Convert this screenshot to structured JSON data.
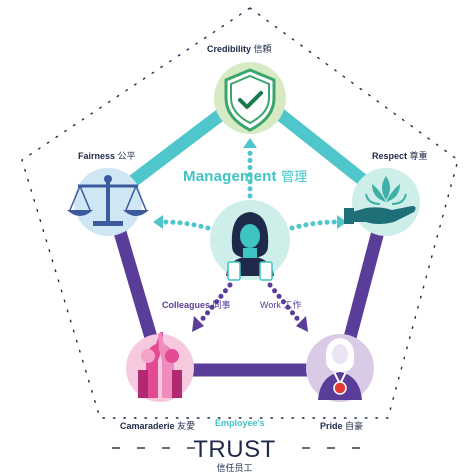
{
  "nodes": {
    "credibility": {
      "label": "Credibility",
      "label_zh": "信頼"
    },
    "fairness": {
      "label": "Fairness",
      "label_zh": "公平"
    },
    "respect": {
      "label": "Respect",
      "label_zh": "尊重"
    },
    "camaraderie": {
      "label": "Camaraderie",
      "label_zh": "友愛"
    },
    "pride": {
      "label": "Pride",
      "label_zh": "自豪"
    }
  },
  "center": {
    "management": "Management",
    "management_zh": "管理"
  },
  "relations": {
    "colleagues": "Colleagues",
    "colleagues_zh": "同事",
    "work": "Work",
    "work_zh": "工作",
    "employees": "Employee's"
  },
  "trust": {
    "label": "TRUST",
    "label_zh": "信任员工"
  },
  "colors": {
    "teal": "#4fc6cb",
    "purple": "#5a3d99",
    "navy": "#1f2a4a",
    "green_circle": "#d6ebc4",
    "blue_circle": "#cfe6f5",
    "mint_circle": "#cdeee9",
    "pink_circle": "#f6c9de",
    "lilac_circle": "#d9cbe6"
  },
  "icons": [
    "shield-check-icon",
    "scales-icon",
    "lotus-hand-icon",
    "high-five-icon",
    "medal-person-icon",
    "person-icon"
  ]
}
